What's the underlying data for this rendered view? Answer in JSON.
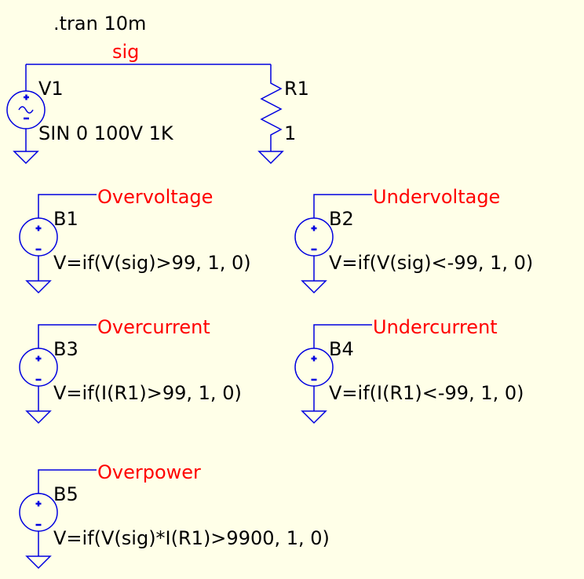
{
  "directive": ".tran 10m",
  "colors": {
    "background": "#FFFFE8",
    "wire": "#0000E0",
    "netlabel": "#FF0000",
    "text": "#000000"
  },
  "net_sig": "sig",
  "v1": {
    "name": "V1",
    "value": "SIN 0 100V 1K"
  },
  "r1": {
    "name": "R1",
    "value": "1"
  },
  "sources": [
    {
      "name": "B1",
      "net": "Overvoltage",
      "expr": "V=if(V(sig)>99, 1, 0)"
    },
    {
      "name": "B2",
      "net": "Undervoltage",
      "expr": "V=if(V(sig)<-99, 1, 0)"
    },
    {
      "name": "B3",
      "net": "Overcurrent",
      "expr": "V=if(I(R1)>99, 1, 0)"
    },
    {
      "name": "B4",
      "net": "Undercurrent",
      "expr": "V=if(I(R1)<-99, 1, 0)"
    },
    {
      "name": "B5",
      "net": "Overpower",
      "expr": "V=if(V(sig)*I(R1)>9900, 1, 0)"
    }
  ]
}
